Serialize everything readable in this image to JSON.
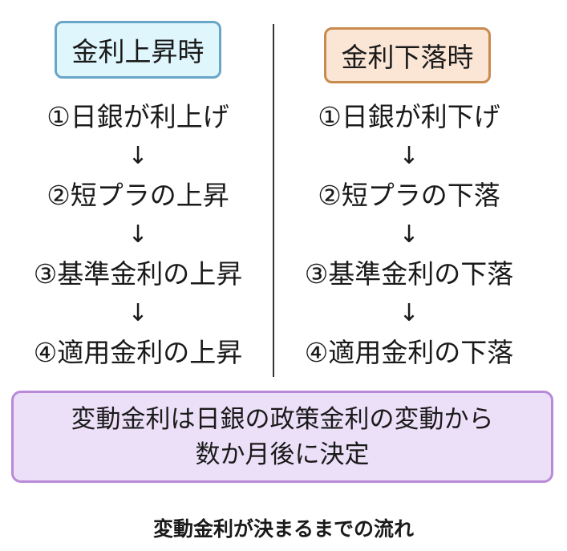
{
  "left": {
    "title": "金利上昇時",
    "steps": [
      "①日銀が利上げ",
      "②短プラの上昇",
      "③基準金利の上昇",
      "④適用金利の上昇"
    ]
  },
  "right": {
    "title": "金利下落時",
    "steps": [
      "①日銀が利下げ",
      "②短プラの下落",
      "③基準金利の下落",
      "④適用金利の下落"
    ]
  },
  "arrow": "↓",
  "note": {
    "line1": "変動金利は日銀の政策金利の変動から",
    "line2": "数か月後に決定"
  },
  "caption": "変動金利が決まるまでの流れ"
}
